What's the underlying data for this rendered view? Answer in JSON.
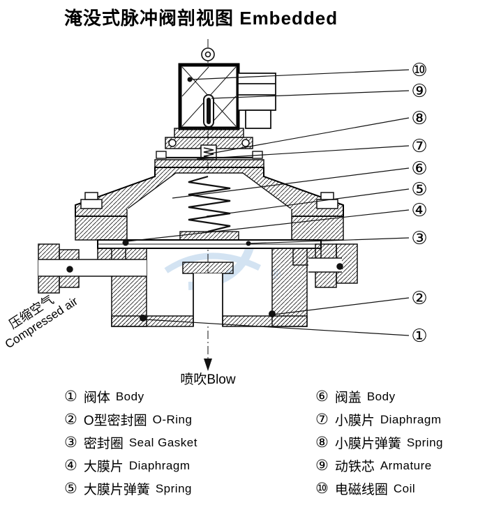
{
  "title": "淹没式脉冲阀剖视图 Embedded",
  "labels": {
    "compressed_air_zh": "压缩空气",
    "compressed_air_en": "Compressed air",
    "blow": "喷吹Blow",
    "registered": "®"
  },
  "callouts": [
    "①",
    "②",
    "③",
    "④",
    "⑤",
    "⑥",
    "⑦",
    "⑧",
    "⑨",
    "⑩"
  ],
  "legend": {
    "left": [
      {
        "num": "①",
        "zh": "阀体",
        "en": "Body"
      },
      {
        "num": "②",
        "zh": "O型密封圈",
        "en": "O-Ring"
      },
      {
        "num": "③",
        "zh": "密封圈",
        "en": "Seal Gasket"
      },
      {
        "num": "④",
        "zh": "大膜片",
        "en": "Diaphragm"
      },
      {
        "num": "⑤",
        "zh": "大膜片弹簧",
        "en": "Spring"
      }
    ],
    "right": [
      {
        "num": "⑥",
        "zh": "阀盖",
        "en": "Body"
      },
      {
        "num": "⑦",
        "zh": "小膜片",
        "en": "Diaphragm"
      },
      {
        "num": "⑧",
        "zh": "小膜片弹簧",
        "en": "Spring"
      },
      {
        "num": "⑨",
        "zh": "动铁芯",
        "en": "Armature"
      },
      {
        "num": "⑩",
        "zh": "电磁线圈",
        "en": "Coil"
      }
    ]
  }
}
